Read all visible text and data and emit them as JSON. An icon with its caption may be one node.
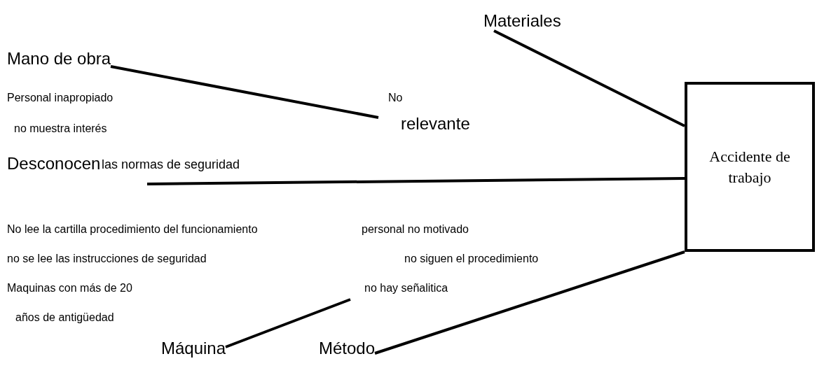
{
  "diagram": {
    "nodes": [
      {
        "text": [
          "Materiales"
        ]
      },
      {
        "text": [
          "Mano de obra"
        ]
      },
      {
        "text": [
          "Accidente de trabajo"
        ]
      },
      {
        "text": [
          "Máquina"
        ]
      },
      {
        "text": [
          "Método"
        ]
      }
    ],
    "edges": [
      {
        "from": 0,
        "to": 2,
        "arrow": "none"
      },
      {
        "from": 1,
        "to": null,
        "arrow": "none"
      },
      {
        "from": null,
        "to": 2,
        "arrow": "none"
      },
      {
        "from": 3,
        "to": null,
        "arrow": "none"
      },
      {
        "from": 4,
        "to": 2,
        "arrow": "none"
      }
    ],
    "labels": [
      "Personal inapropiado",
      "No",
      "no muestra interés",
      "relevante",
      "Desconocen",
      "las normas de seguridad",
      "No lee la cartilla procedimiento del funcionamiento",
      "personal no motivado",
      "no se lee las instrucciones de seguridad",
      "no siguen el procedimiento",
      "Maquinas con más de 20",
      "no hay señalitica",
      "años de antigüedad"
    ]
  }
}
